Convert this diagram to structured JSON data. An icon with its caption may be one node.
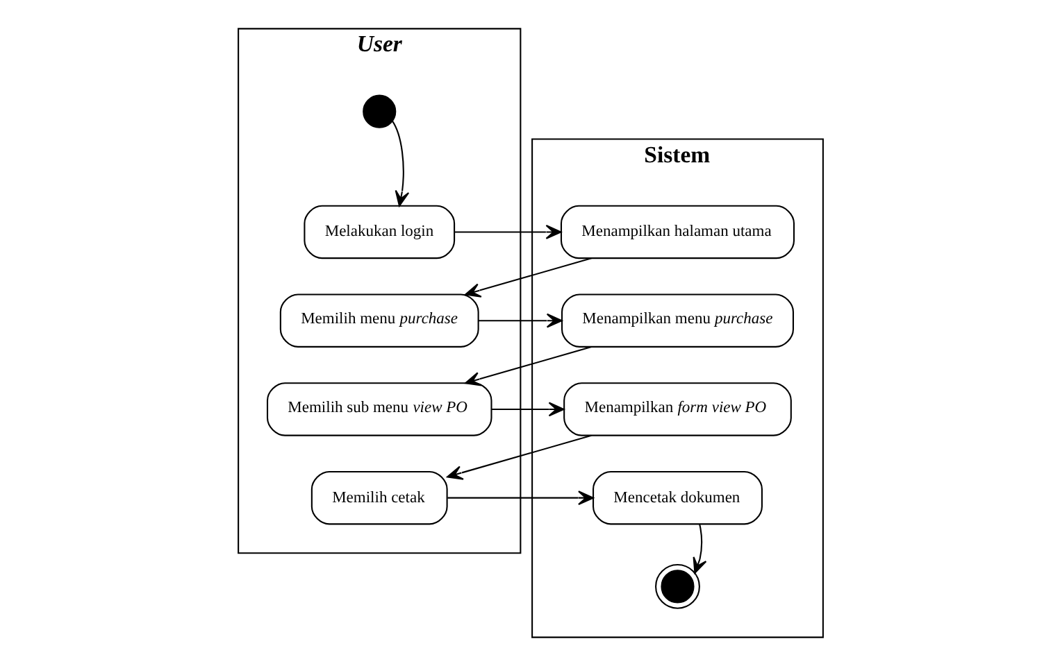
{
  "diagram": {
    "nodes": [
      {
        "text": [
          "User"
        ]
      },
      {
        "text": [
          "Sistem"
        ]
      },
      {
        "text": [],
        "shape": "circle",
        "in": 0
      },
      {
        "text": [
          "Melakukan login"
        ],
        "in": 0
      },
      {
        "text": [
          "Menampilkan halaman utama"
        ],
        "in": 1
      },
      {
        "text": [
          "Memilih menu *purchase*"
        ],
        "in": 0
      },
      {
        "text": [
          "Menampilkan menu *purchase*"
        ],
        "in": 1
      },
      {
        "text": [
          "Memilih sub menu *view PO*"
        ],
        "in": 0
      },
      {
        "text": [
          "Menampilkan *form view PO*"
        ],
        "in": 1
      },
      {
        "text": [
          "Memilih cetak"
        ],
        "in": 0
      },
      {
        "text": [
          "Mencetak dokumen"
        ],
        "in": 1
      },
      {
        "text": [],
        "shape": "circle",
        "in": 1
      }
    ],
    "edges": [
      {
        "from": 2,
        "to": 3,
        "arrow": "to"
      },
      {
        "from": 3,
        "to": 4,
        "arrow": "to"
      },
      {
        "from": 4,
        "to": 5,
        "arrow": "to"
      },
      {
        "from": 5,
        "to": 6,
        "arrow": "to"
      },
      {
        "from": 6,
        "to": 7,
        "arrow": "to"
      },
      {
        "from": 7,
        "to": 8,
        "arrow": "to"
      },
      {
        "from": 8,
        "to": 9,
        "arrow": "to"
      },
      {
        "from": 9,
        "to": 10,
        "arrow": "to"
      },
      {
        "from": 10,
        "to": 11,
        "arrow": "to"
      }
    ]
  }
}
